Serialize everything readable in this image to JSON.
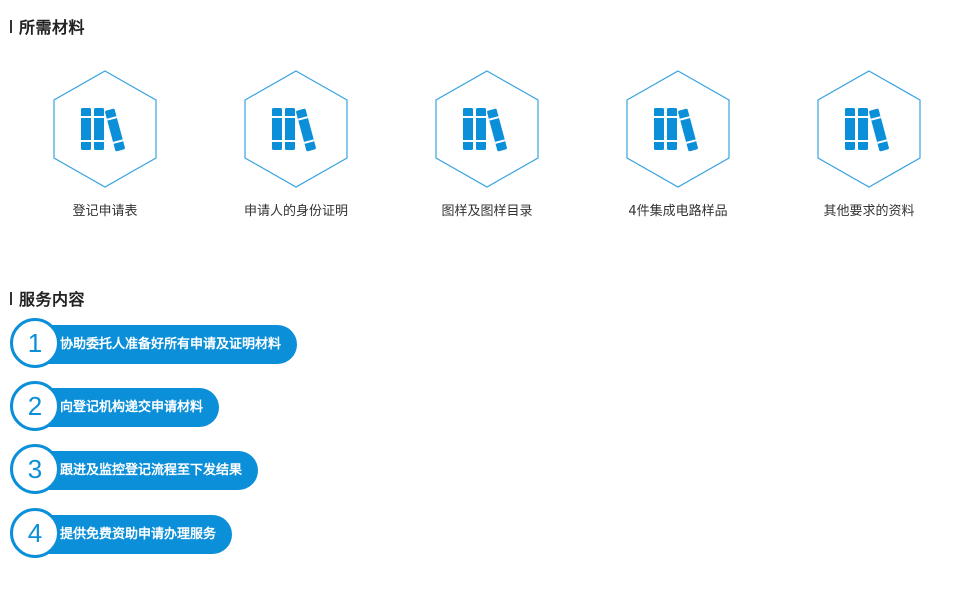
{
  "materials_section": {
    "title": "所需材料",
    "items": [
      {
        "label": "登记申请表",
        "icon": "books-icon"
      },
      {
        "label": "申请人的身份证明",
        "icon": "books-icon"
      },
      {
        "label": "图样及图样目录",
        "icon": "books-icon"
      },
      {
        "label": "4件集成电路样品",
        "icon": "books-icon"
      },
      {
        "label": "其他要求的资料",
        "icon": "books-icon"
      }
    ]
  },
  "services_section": {
    "title": "服务内容",
    "items": [
      {
        "number": "1",
        "text": "协助委托人准备好所有申请及证明材料"
      },
      {
        "number": "2",
        "text": "向登记机构递交申请材料"
      },
      {
        "number": "3",
        "text": "跟进及监控登记流程至下发结果"
      },
      {
        "number": "4",
        "text": "提供免费资助申请办理服务"
      }
    ]
  },
  "colors": {
    "accent": "#0b8fd8",
    "hex_outline": "#3aa3e3",
    "text": "#333333"
  }
}
